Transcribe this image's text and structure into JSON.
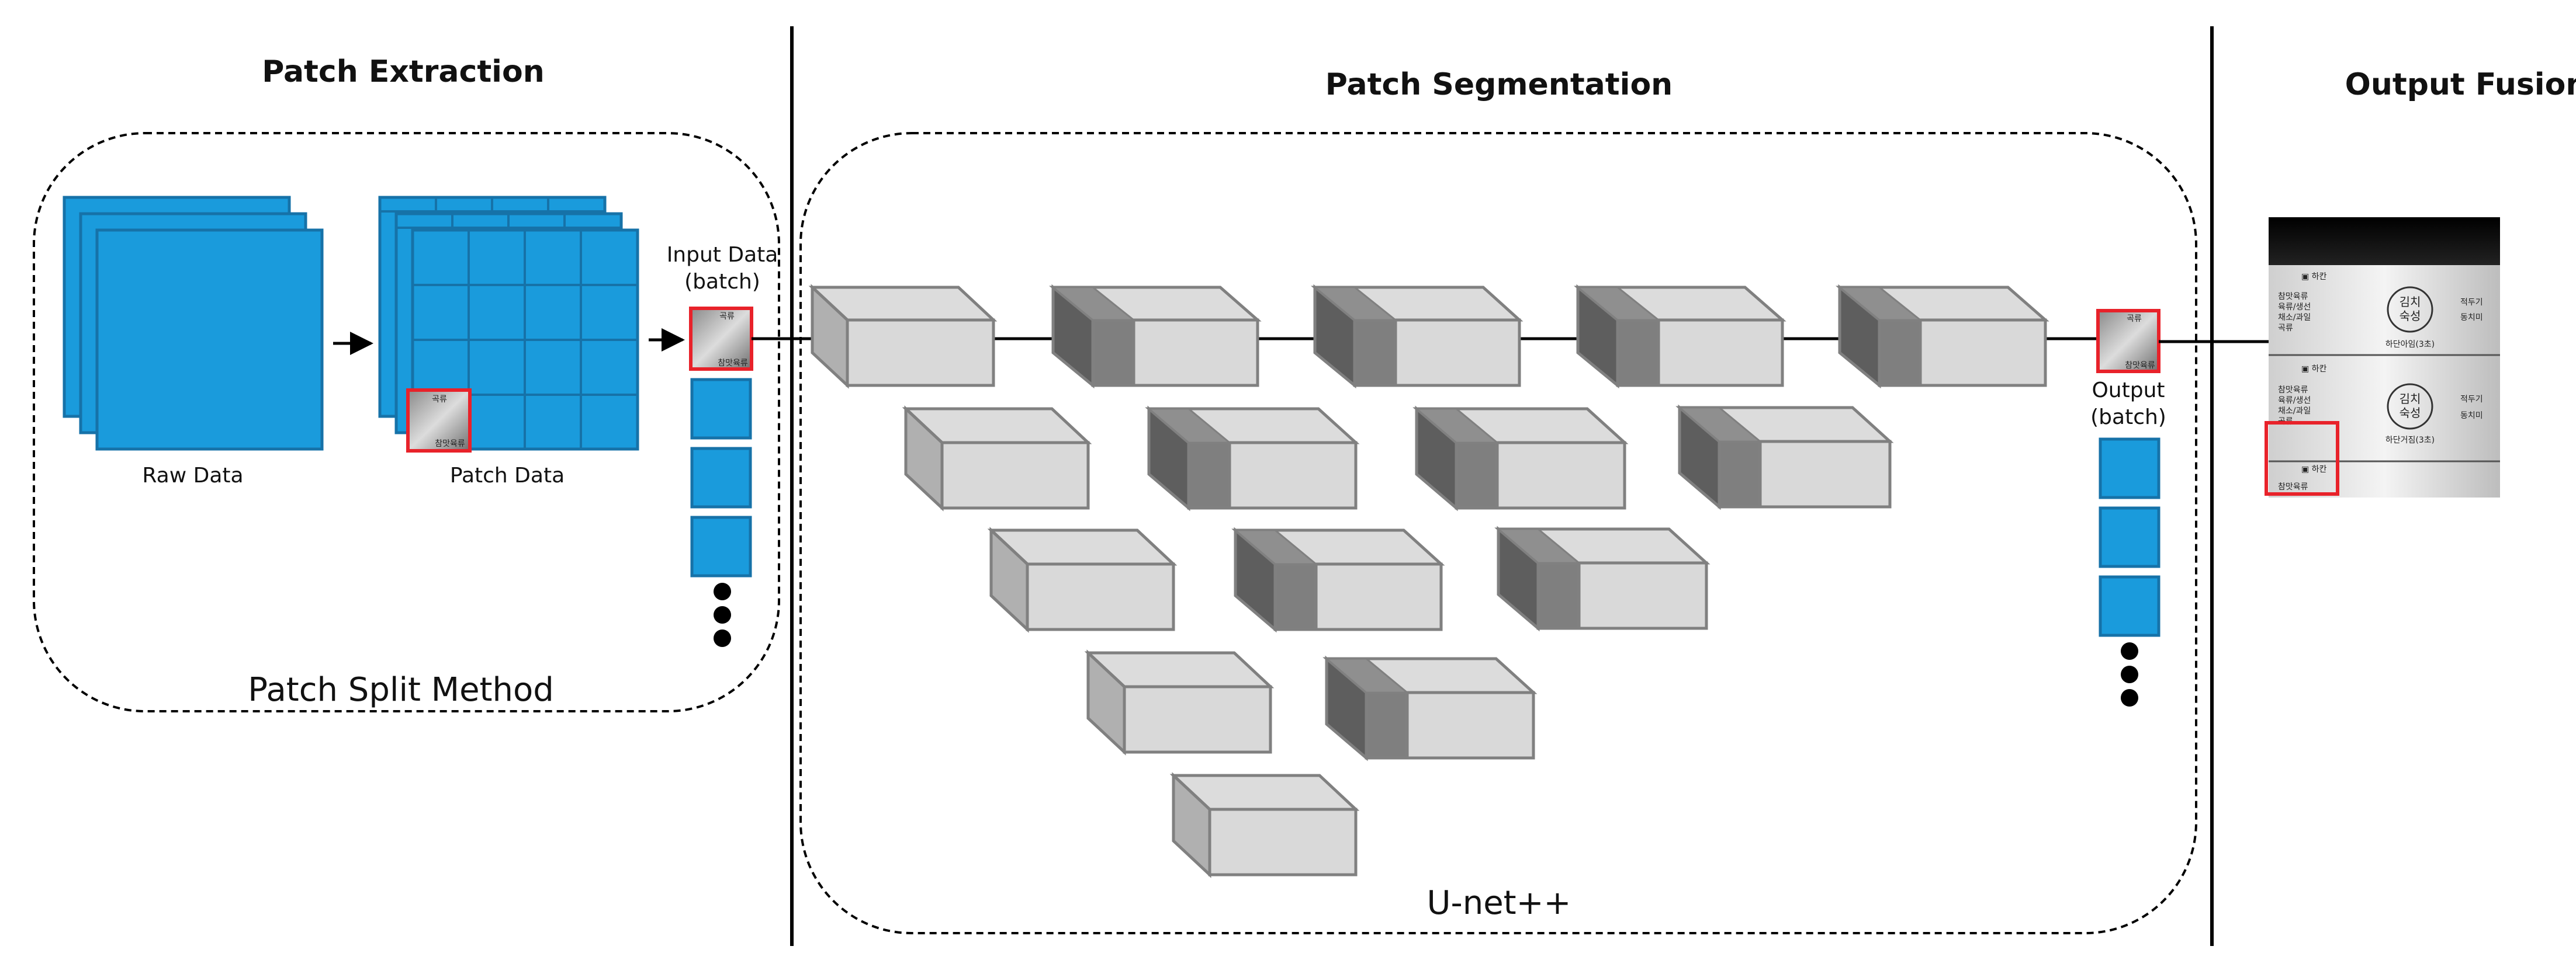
{
  "sections": {
    "extraction_title": "Patch Extraction",
    "segmentation_title": "Patch Segmentation",
    "fusion_title": "Output Fusion"
  },
  "labels": {
    "raw_data": "Raw Data",
    "patch_data": "Patch Data",
    "input_data_line1": "Input Data",
    "input_data_line2": "(batch)",
    "output_line1": "Output",
    "output_line2": "(batch)",
    "patch_split_method": "Patch Split Method",
    "unet": "U-net++"
  },
  "colors": {
    "blue_fill": "#1A9BDC",
    "blue_stroke": "#1672A8",
    "red_highlight": "#E8222A",
    "block_face": "#D9D9D9",
    "block_dark": "#7F7F7F",
    "block_edge": "#808080",
    "divider": "#000000"
  },
  "fusion_image": {
    "rows": [
      {
        "left_text": "참맛육류\n육류/생선\n채소/과일\n곡류",
        "header": "▣ 하칸",
        "circle": "김치\n숙성",
        "under": "하단아임(3초)",
        "right": "적두기\n동치미"
      },
      {
        "left_text": "참맛육류\n육류/생선\n채소/과일\n곡류",
        "header": "▣ 하칸",
        "circle": "김치\n숙성",
        "under": "하단거짐(3초)",
        "right": "적두기\n동치미"
      },
      {
        "left_text": "참맛육류",
        "header": "▣ 하칸",
        "circle": "",
        "under": "",
        "right": ""
      }
    ]
  },
  "patch_thumb_text": {
    "top": "곡류",
    "bottom": "참맛육류"
  }
}
